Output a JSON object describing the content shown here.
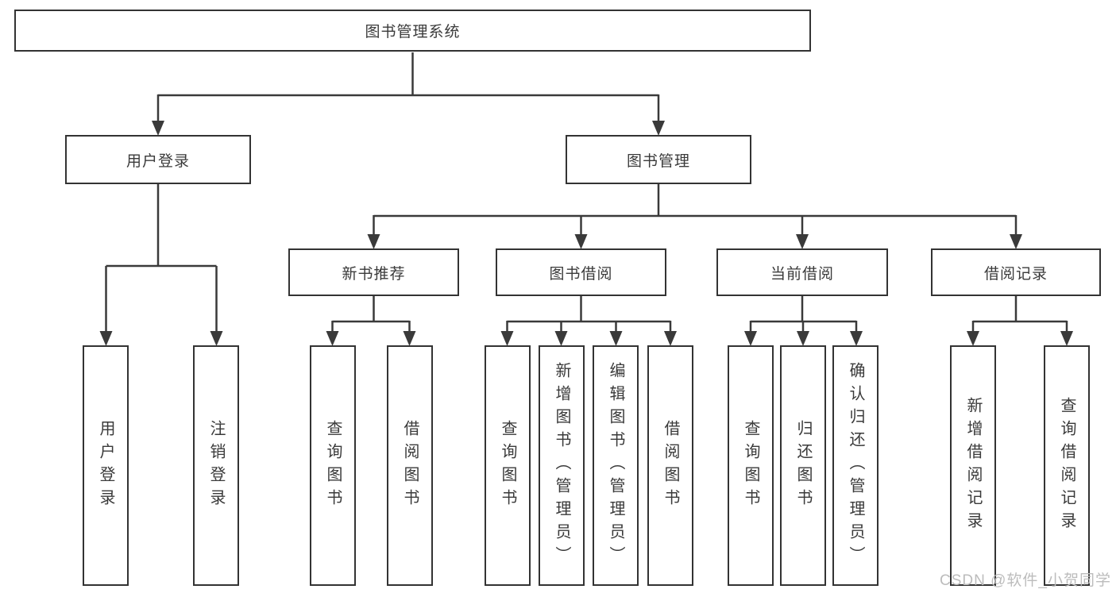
{
  "tree": {
    "label": "图书管理系统",
    "children": [
      {
        "label": "用户登录",
        "children": [
          {
            "label": "用户登录"
          },
          {
            "label": "注销登录"
          }
        ]
      },
      {
        "label": "图书管理",
        "children": [
          {
            "label": "新书推荐",
            "children": [
              {
                "label": "查询图书"
              },
              {
                "label": "借阅图书"
              }
            ]
          },
          {
            "label": "图书借阅",
            "children": [
              {
                "label": "查询图书"
              },
              {
                "label": "新增图书（管理员）"
              },
              {
                "label": "编辑图书（管理员）"
              },
              {
                "label": "借阅图书"
              }
            ]
          },
          {
            "label": "当前借阅",
            "children": [
              {
                "label": "查询图书"
              },
              {
                "label": "归还图书"
              },
              {
                "label": "确认归还（管理员）"
              }
            ]
          },
          {
            "label": "借阅记录",
            "children": [
              {
                "label": "新增借阅记录"
              },
              {
                "label": "查询借阅记录"
              }
            ]
          }
        ]
      }
    ]
  },
  "watermark": "CSDN @软件_小贺同学",
  "colors": {
    "line": "#3a3a3a",
    "box_border": "#333333",
    "text": "#3a3a3a",
    "watermark": "#bcbcbc",
    "background": "#ffffff"
  }
}
